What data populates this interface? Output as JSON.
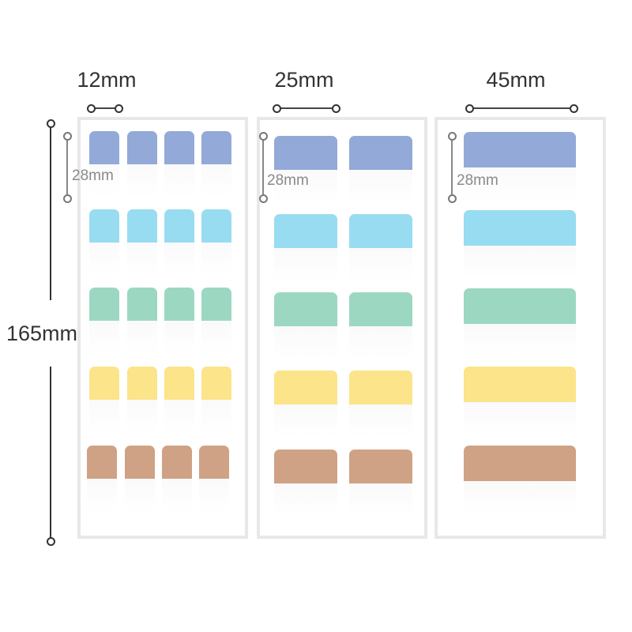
{
  "widths": [
    "12mm",
    "25mm",
    "45mm"
  ],
  "tab_height": "28mm",
  "total_height": "165mm",
  "colors": [
    "#93a9d8",
    "#98dcf1",
    "#9cd8c1",
    "#fbe48a",
    "#cfa285"
  ]
}
